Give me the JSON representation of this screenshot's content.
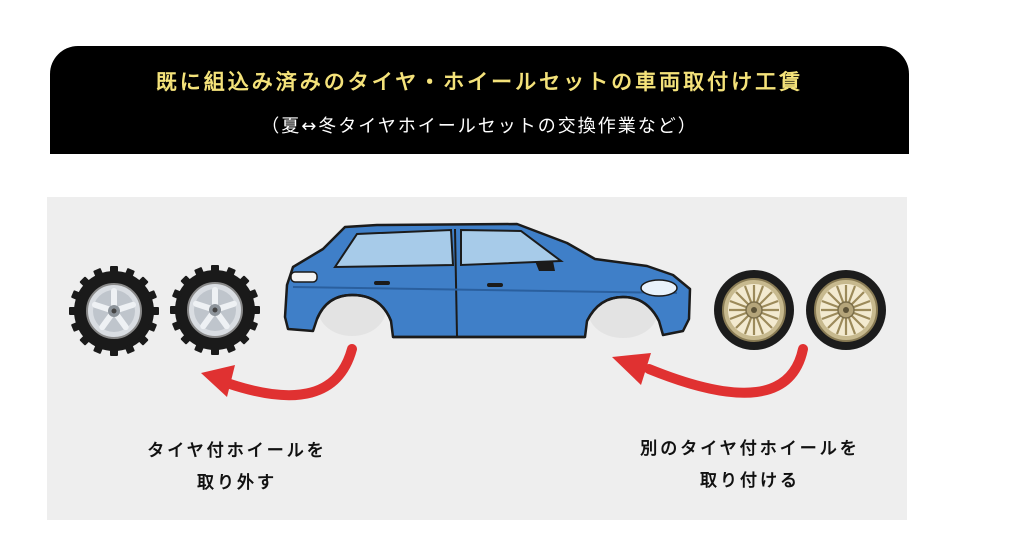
{
  "header": {
    "title": "既に組込み済みのタイヤ・ホイールセットの車両取付け工賃",
    "subtitle": "（夏↔冬タイヤホイールセットの交換作業など）"
  },
  "captions": {
    "left_line1": "タイヤ付ホイールを",
    "left_line2": "取り外す",
    "right_line1": "別のタイヤ付ホイールを",
    "right_line2": "取り付ける"
  },
  "icons": {
    "car": "blue-suv-icon",
    "removed_wheels": "offroad-tire-icon",
    "new_wheels": "mesh-alloy-wheel-icon",
    "arrows": "curved-arrow-icon"
  },
  "colors": {
    "banner": "#000000",
    "title": "#f4e27a",
    "car_body": "#3f7fc8",
    "arrow": "#e03131",
    "panel": "#eeeeee"
  }
}
